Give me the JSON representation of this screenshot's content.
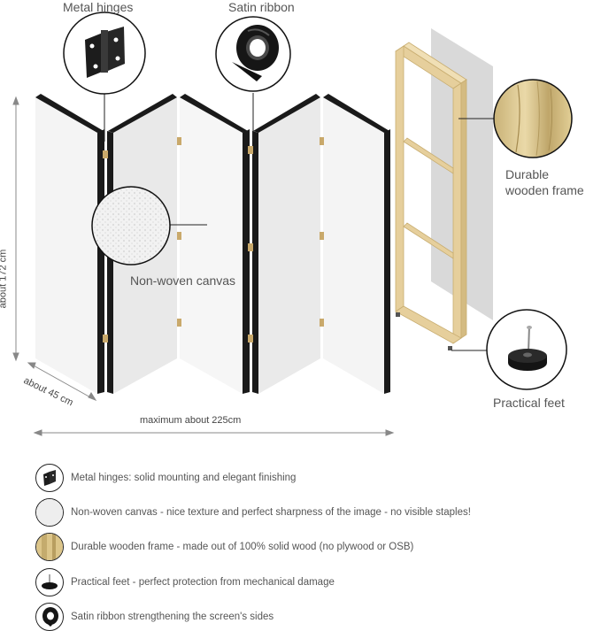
{
  "callouts": {
    "hinges": "Metal hinges",
    "ribbon": "Satin ribbon",
    "frame": "Durable wooden frame",
    "canvas": "Non-woven canvas",
    "feet": "Practical feet"
  },
  "dimensions": {
    "height": "about 172 cm",
    "depth": "about 45 cm",
    "width": "maximum about 225cm"
  },
  "features": [
    {
      "icon": "hinge-icon",
      "text": "Metal hinges: solid mounting and elegant finishing"
    },
    {
      "icon": "canvas-icon",
      "text": "Non-woven canvas - nice texture and perfect sharpness of the image - no visible staples!"
    },
    {
      "icon": "wood-icon",
      "text": "Durable wooden frame - made out of 100% solid wood (no plywood or OSB)"
    },
    {
      "icon": "foot-icon",
      "text": "Practical feet - perfect protection from mechanical damage"
    },
    {
      "icon": "ribbon-icon",
      "text": "Satin ribbon strengthening the screen's sides"
    }
  ],
  "colors": {
    "panel": "#f4f4f4",
    "edge": "#1a1a1a",
    "wood": "#e6cf9c",
    "text": "#555555"
  }
}
